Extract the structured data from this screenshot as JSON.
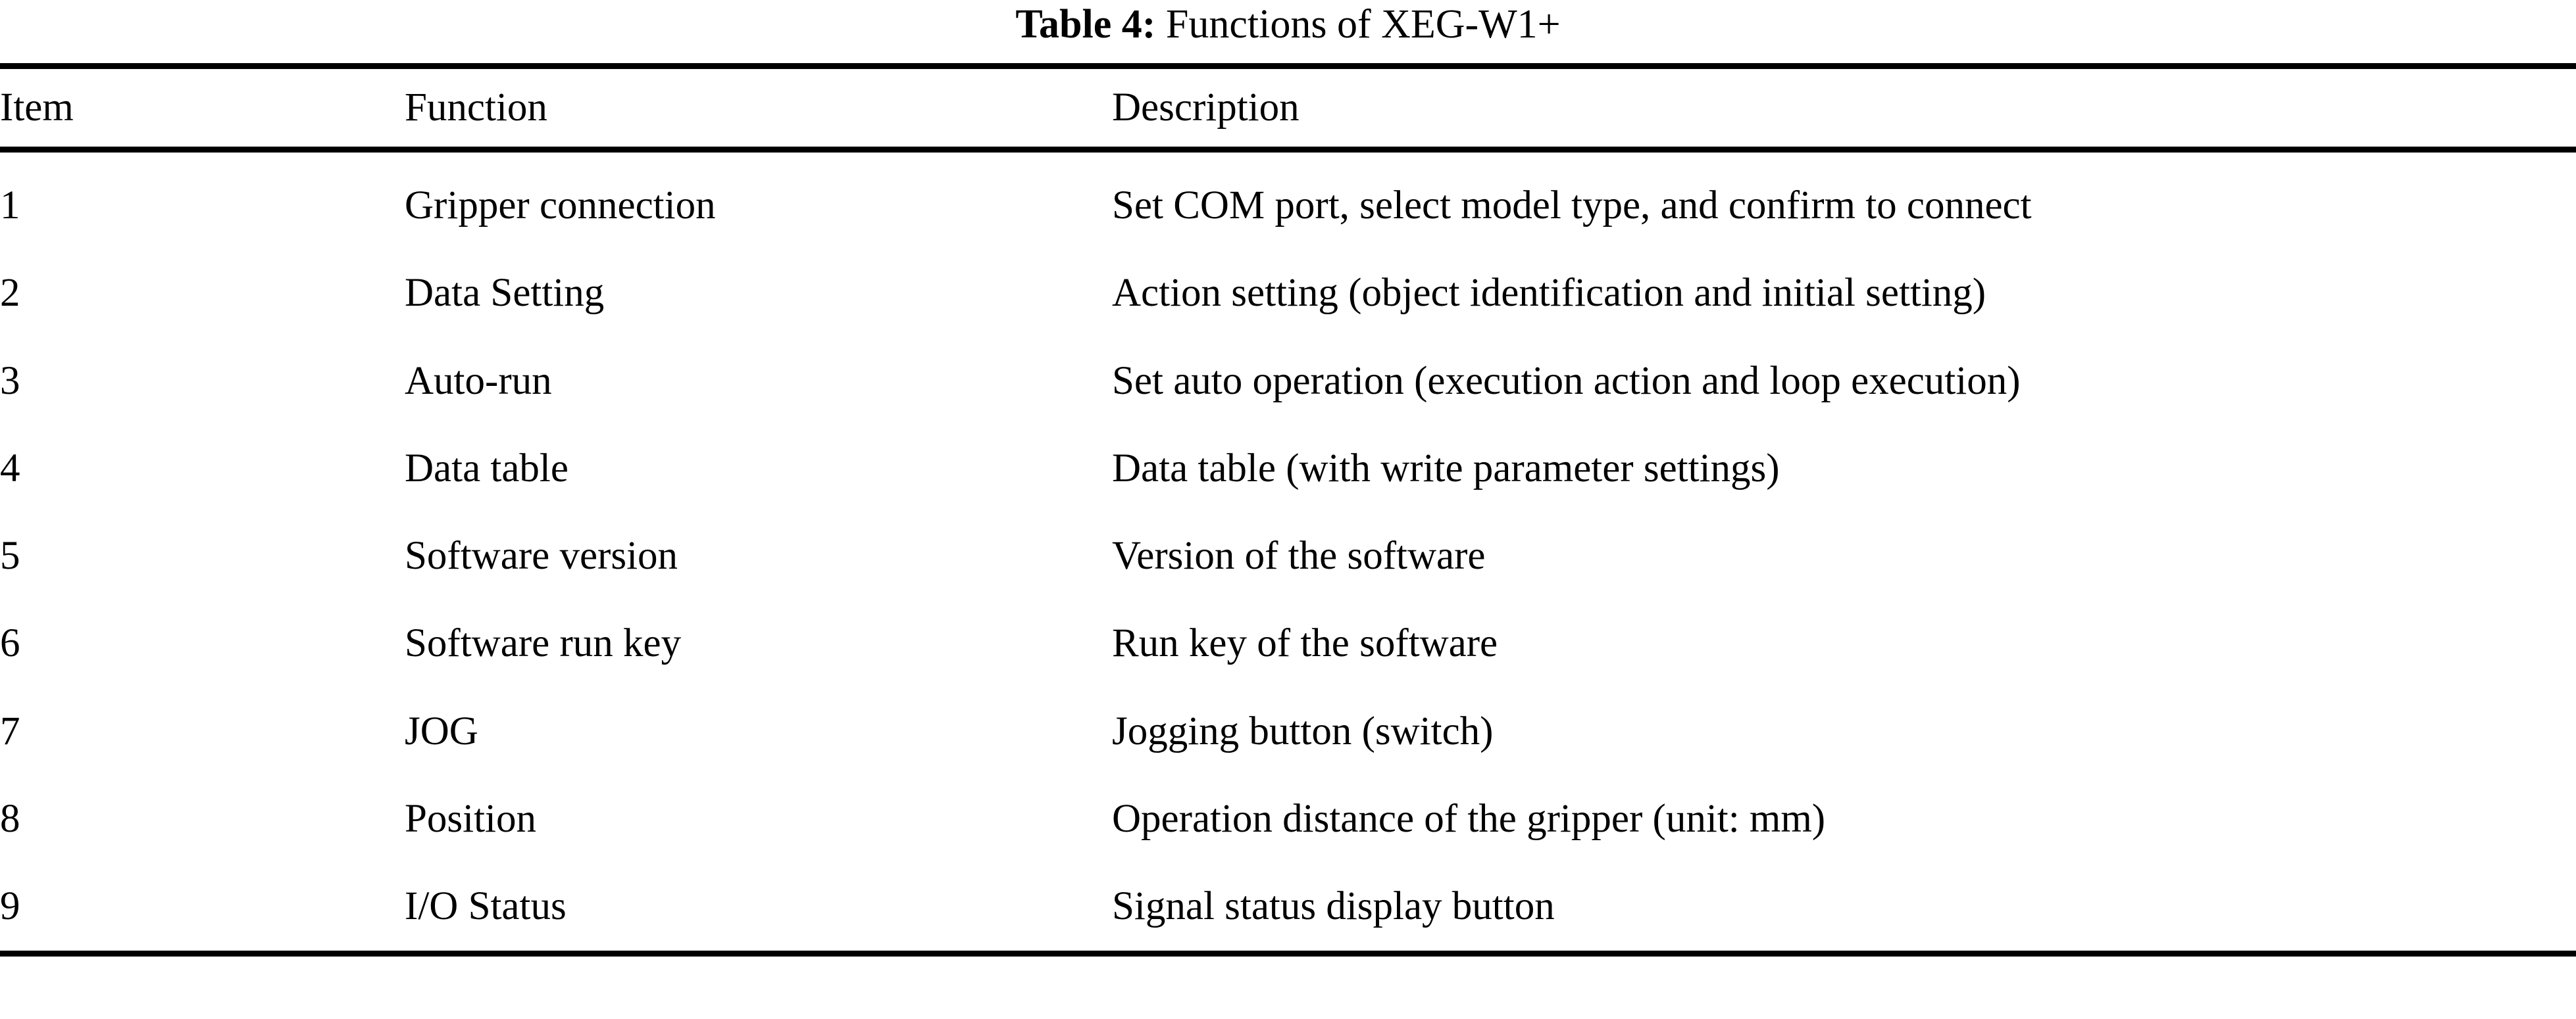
{
  "caption": {
    "label": "Table 4:",
    "text": "Functions of XEG-W1+"
  },
  "table": {
    "columns": [
      "Item",
      "Function",
      "Description"
    ],
    "rows": [
      {
        "item": "1",
        "function": "Gripper connection",
        "description": "Set COM port, select model type, and confirm to connect"
      },
      {
        "item": "2",
        "function": "Data Setting",
        "description": "Action setting (object identification and initial setting)"
      },
      {
        "item": "3",
        "function": "Auto-run",
        "description": "Set auto operation (execution action and loop execution)"
      },
      {
        "item": "4",
        "function": "Data table",
        "description": "Data table (with write parameter settings)"
      },
      {
        "item": "5",
        "function": "Software version",
        "description": "Version of the software"
      },
      {
        "item": "6",
        "function": "Software run key",
        "description": "Run key of the software"
      },
      {
        "item": "7",
        "function": "JOG",
        "description": "Jogging button (switch)"
      },
      {
        "item": "8",
        "function": "Position",
        "description": "Operation distance of the gripper (unit: mm)"
      },
      {
        "item": "9",
        "function": "I/O Status",
        "description": "Signal status display button"
      }
    ]
  }
}
